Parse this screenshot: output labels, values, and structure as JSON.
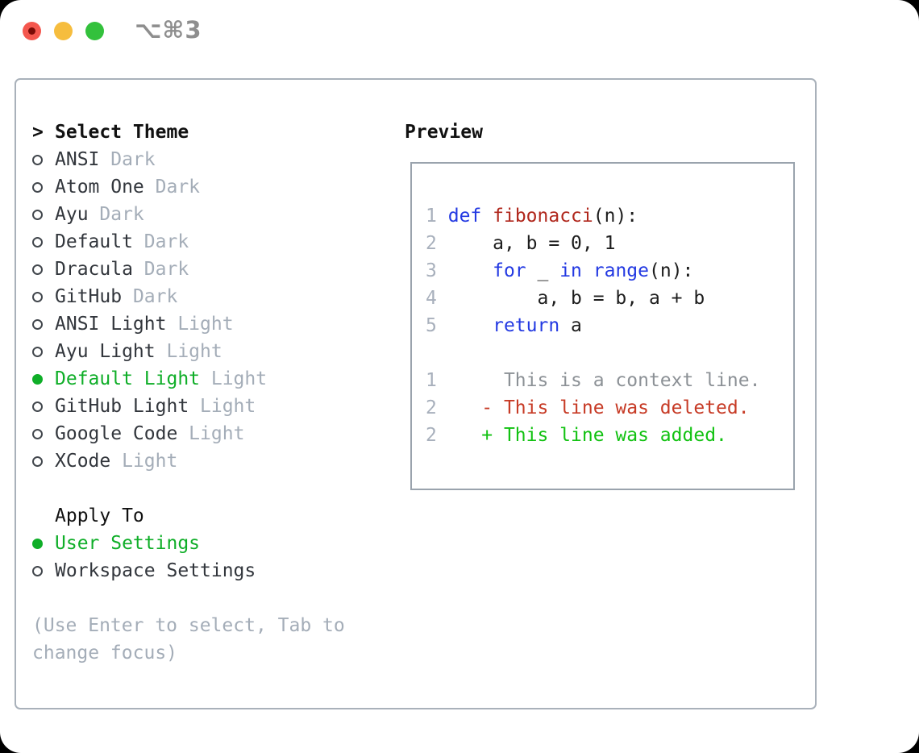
{
  "window": {
    "title": "⌥⌘3"
  },
  "theme_list": {
    "prompt": ">",
    "title": "Select Theme",
    "items": [
      {
        "name": "ANSI",
        "variant": "Dark",
        "selected": false
      },
      {
        "name": "Atom One",
        "variant": "Dark",
        "selected": false
      },
      {
        "name": "Ayu",
        "variant": "Dark",
        "selected": false
      },
      {
        "name": "Default",
        "variant": "Dark",
        "selected": false
      },
      {
        "name": "Dracula",
        "variant": "Dark",
        "selected": false
      },
      {
        "name": "GitHub",
        "variant": "Dark",
        "selected": false
      },
      {
        "name": "ANSI Light",
        "variant": "Light",
        "selected": false
      },
      {
        "name": "Ayu Light",
        "variant": "Light",
        "selected": false
      },
      {
        "name": "Default Light",
        "variant": "Light",
        "selected": true
      },
      {
        "name": "GitHub Light",
        "variant": "Light",
        "selected": false
      },
      {
        "name": "Google Code",
        "variant": "Light",
        "selected": false
      },
      {
        "name": "XCode",
        "variant": "Light",
        "selected": false
      }
    ]
  },
  "apply_to": {
    "title": "Apply To",
    "items": [
      {
        "label": "User Settings",
        "selected": true
      },
      {
        "label": "Workspace Settings",
        "selected": false
      }
    ]
  },
  "hint": {
    "lines": [
      "(Use Enter to select, Tab to",
      "change focus)"
    ]
  },
  "preview": {
    "title": "Preview",
    "lines": [
      {
        "segs": [
          {
            "t": "1",
            "c": "num"
          },
          {
            "t": " ",
            "c": "code"
          },
          {
            "t": "def",
            "c": "kw"
          },
          {
            "t": " ",
            "c": "code"
          },
          {
            "t": "fibonacci",
            "c": "fn"
          },
          {
            "t": "(n):",
            "c": "code"
          }
        ]
      },
      {
        "segs": [
          {
            "t": "2",
            "c": "num"
          },
          {
            "t": "     a, b = 0, 1",
            "c": "code"
          }
        ]
      },
      {
        "segs": [
          {
            "t": "3",
            "c": "num"
          },
          {
            "t": "     ",
            "c": "code"
          },
          {
            "t": "for",
            "c": "kw"
          },
          {
            "t": " _ ",
            "c": "code"
          },
          {
            "t": "in",
            "c": "kw"
          },
          {
            "t": " ",
            "c": "code"
          },
          {
            "t": "range",
            "c": "kw"
          },
          {
            "t": "(n):",
            "c": "code"
          }
        ]
      },
      {
        "segs": [
          {
            "t": "4",
            "c": "num"
          },
          {
            "t": "         a, b = b, a + b",
            "c": "code"
          }
        ]
      },
      {
        "segs": [
          {
            "t": "5",
            "c": "num"
          },
          {
            "t": "     ",
            "c": "code"
          },
          {
            "t": "return",
            "c": "kw"
          },
          {
            "t": " a",
            "c": "code"
          }
        ]
      },
      {
        "segs": []
      },
      {
        "segs": [
          {
            "t": "1",
            "c": "num"
          },
          {
            "t": "      This is a context line.",
            "c": "ctx"
          }
        ]
      },
      {
        "segs": [
          {
            "t": "2",
            "c": "num"
          },
          {
            "t": "    ",
            "c": "code"
          },
          {
            "t": "- This line was deleted.",
            "c": "del"
          }
        ]
      },
      {
        "segs": [
          {
            "t": "2",
            "c": "num"
          },
          {
            "t": "    ",
            "c": "code"
          },
          {
            "t": "+ This line was added.",
            "c": "add"
          }
        ]
      }
    ]
  },
  "colors": {
    "accent_green": "#0fae28",
    "added_green": "#12c212",
    "deleted_red": "#c73b26",
    "keyword_blue": "#2339e2",
    "function_red": "#b0271c",
    "code_text": "#1d1d1d",
    "context_gray": "#8c9196",
    "gutter": "#a8b0bc",
    "muted": "#a4adb8",
    "item_text": "#32363c",
    "bullet_ring": "#42474d",
    "heading": "#111111",
    "panel_border": "#a9b1ba",
    "preview_border": "#9aa3ad",
    "title_gray": "#8e8e8e",
    "light_red": "#f4574e",
    "light_yellow": "#f6bd3e",
    "light_green": "#33c13c",
    "edited_dot": "#7a0b06"
  }
}
